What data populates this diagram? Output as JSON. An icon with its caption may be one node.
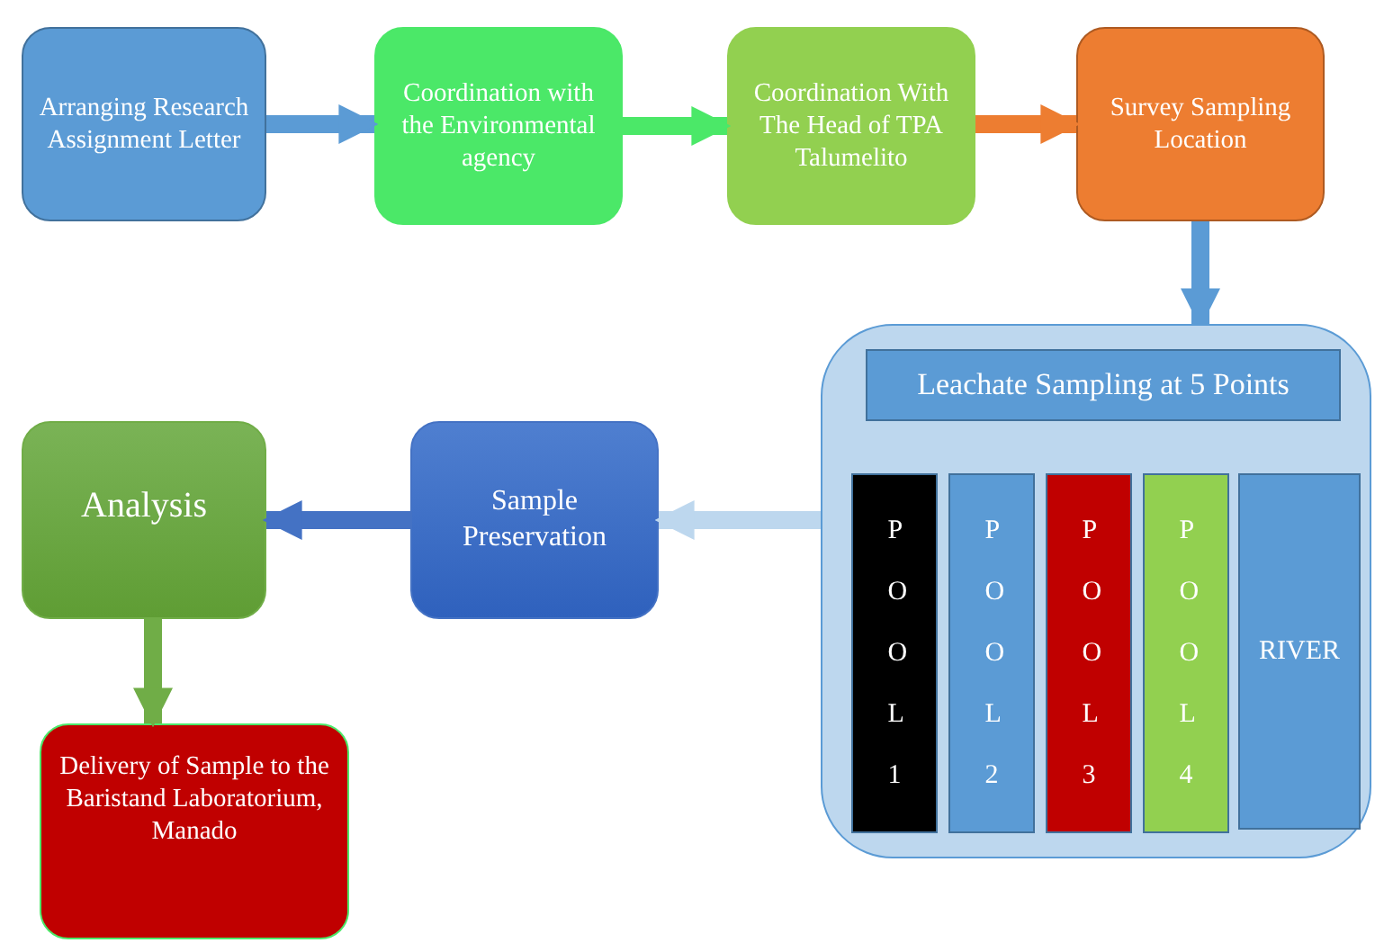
{
  "diagram": {
    "nodes": [
      {
        "text": [
          "Arranging Research Assignment Letter"
        ]
      },
      {
        "text": [
          "Coordination with the Environmental agency"
        ]
      },
      {
        "text": [
          "Coordination With The Head of TPA Talumelito"
        ]
      },
      {
        "text": [
          "Survey Sampling Location"
        ]
      },
      {
        "text": [
          "Leachate Sampling at 5 Points"
        ]
      },
      {
        "text": [
          "POOL 1"
        ],
        "in": 4
      },
      {
        "text": [
          "POOL 2"
        ],
        "in": 4
      },
      {
        "text": [
          "POOL 3"
        ],
        "in": 4
      },
      {
        "text": [
          "POOL 4"
        ],
        "in": 4
      },
      {
        "text": [
          "RIVER"
        ],
        "in": 4
      },
      {
        "text": [
          "Sample Preservation"
        ]
      },
      {
        "text": [
          "Analysis"
        ]
      },
      {
        "text": [
          "Delivery of Sample to the Baristand Laboratorium, Manado"
        ]
      }
    ],
    "edges": [
      {
        "from": 0,
        "to": 1,
        "arrow": "to",
        "color": "#5b9bd5"
      },
      {
        "from": 1,
        "to": 2,
        "arrow": "to",
        "color": "#4be868"
      },
      {
        "from": 2,
        "to": 3,
        "arrow": "to",
        "color": "#ed7d31"
      },
      {
        "from": 3,
        "to": 4,
        "arrow": "to",
        "color": "#5b9bd5"
      },
      {
        "from": 4,
        "to": 10,
        "arrow": "to",
        "color": "#bdd7ee"
      },
      {
        "from": 10,
        "to": 11,
        "arrow": "to",
        "color": "#4472c4"
      },
      {
        "from": 11,
        "to": 12,
        "arrow": "to",
        "color": "#70ad47"
      }
    ]
  }
}
